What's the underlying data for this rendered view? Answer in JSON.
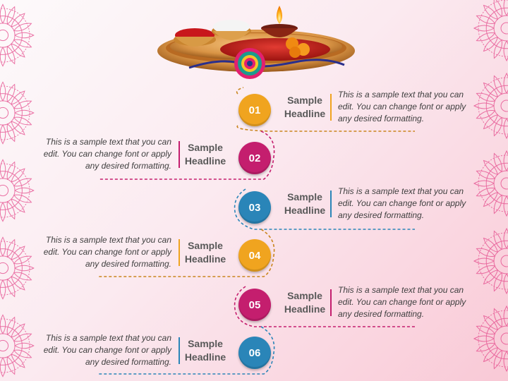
{
  "colors": {
    "orange": "#f0a41f",
    "magenta": "#c41e6e",
    "blue": "#2a85b8",
    "mandala": "#e4478a",
    "text": "#404040",
    "headline": "#595959"
  },
  "decorations": {
    "plate": "puja-thali-illustration",
    "side_ornaments": "pink-mandala-pattern"
  },
  "steps": [
    {
      "number": "01",
      "headline_line1": "Sample",
      "headline_line2": "Headline",
      "text": "This is a sample text that you can edit. You can change font or apply any desired formatting.",
      "side": "right",
      "color": "orange"
    },
    {
      "number": "02",
      "headline_line1": "Sample",
      "headline_line2": "Headline",
      "text": "This is a sample text that you can edit. You can change font or apply any desired formatting.",
      "side": "left",
      "color": "magenta"
    },
    {
      "number": "03",
      "headline_line1": "Sample",
      "headline_line2": "Headline",
      "text": "This is a sample text that you can edit. You can change font or apply any desired formatting.",
      "side": "right",
      "color": "blue"
    },
    {
      "number": "04",
      "headline_line1": "Sample",
      "headline_line2": "Headline",
      "text": "This is a sample text that you can edit. You can change font or apply any desired formatting.",
      "side": "left",
      "color": "orange"
    },
    {
      "number": "05",
      "headline_line1": "Sample",
      "headline_line2": "Headline",
      "text": "This is a sample text that you can edit. You can change font or apply any desired formatting.",
      "side": "right",
      "color": "magenta"
    },
    {
      "number": "06",
      "headline_line1": "Sample",
      "headline_line2": "Headline",
      "text": "This is a sample text that you can edit. You can change font or apply any desired formatting.",
      "side": "left",
      "color": "blue"
    }
  ]
}
